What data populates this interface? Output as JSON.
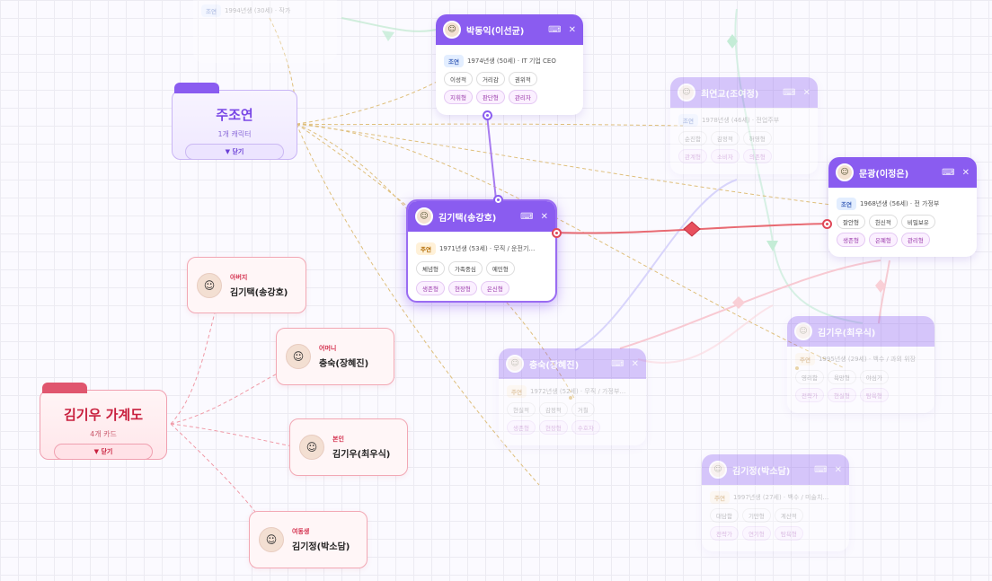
{
  "folders": {
    "main": {
      "title": "주조연",
      "count": "1개 캐릭터",
      "toggle": "▼ 닫기"
    },
    "family": {
      "title": "김기우 가계도",
      "count": "4개 카드",
      "toggle": "▼ 닫기"
    }
  },
  "cards": {
    "park": {
      "name": "박동익(이선균)",
      "role": "조연",
      "desc": "1974년생 (50세) · IT 기업 CEO",
      "tags1": [
        "이성적",
        "거리감",
        "권위적"
      ],
      "tags2": [
        "지휘형",
        "판단형",
        "관리자"
      ]
    },
    "kim": {
      "name": "김기택(송강호)",
      "role": "주연",
      "desc": "1971년생 (53세) · 무직 / 운전기…",
      "tags1": [
        "체념형",
        "가족중심",
        "예민형"
      ],
      "tags2": [
        "생존형",
        "현장형",
        "은신형"
      ]
    },
    "moon": {
      "name": "문광(이정은)",
      "role": "조연",
      "desc": "1968년생 (56세) · 전 가정부",
      "tags1": [
        "잘안형",
        "헌신적",
        "비밀보유"
      ],
      "tags2": [
        "생존형",
        "은폐형",
        "관리형"
      ]
    },
    "choi": {
      "name": "최연교(조여정)",
      "role": "조연",
      "desc": "1978년생 (46세) · 전업주부",
      "tags1": [
        "순진함",
        "감정적",
        "허영형"
      ],
      "tags2": [
        "관계형",
        "소비자",
        "의존형"
      ]
    },
    "chung": {
      "name": "충숙(장혜진)",
      "role": "주연",
      "desc": "1972년생 (52세) · 무직 / 가정부…",
      "tags1": [
        "현실적",
        "감정적",
        "거칠"
      ],
      "tags2": [
        "생존형",
        "현장형",
        "수호자"
      ]
    },
    "giwoo": {
      "name": "김기우(최우식)",
      "role": "주연",
      "desc": "1995년생 (29세) · 백수 / 과외 위장",
      "tags1": [
        "영리함",
        "욕망형",
        "야심가"
      ],
      "tags2": [
        "전략가",
        "현실형",
        "탐욕형"
      ]
    },
    "gijung": {
      "name": "김기정(박소담)",
      "role": "주연",
      "desc": "1997년생 (27세) · 백수 / 미술치…",
      "tags1": [
        "대담함",
        "기만형",
        "계산적"
      ],
      "tags2": [
        "전략가",
        "연기형",
        "탐욕형"
      ]
    },
    "top": {
      "role": "조연",
      "desc": "1994년생 (30세) · 작가"
    }
  },
  "family": [
    {
      "role": "아버지",
      "name": "김기택(송강호)"
    },
    {
      "role": "어머니",
      "name": "충숙(장혜진)"
    },
    {
      "role": "본인",
      "name": "김기우(최우식)"
    },
    {
      "role": "여동생",
      "name": "김기정(박소담)"
    }
  ],
  "icons": {
    "keyboard": "⌨",
    "close": "✕"
  },
  "colors": {
    "accent": "#8a5cf0",
    "family": "#e0566e",
    "link": "#e86a72"
  }
}
